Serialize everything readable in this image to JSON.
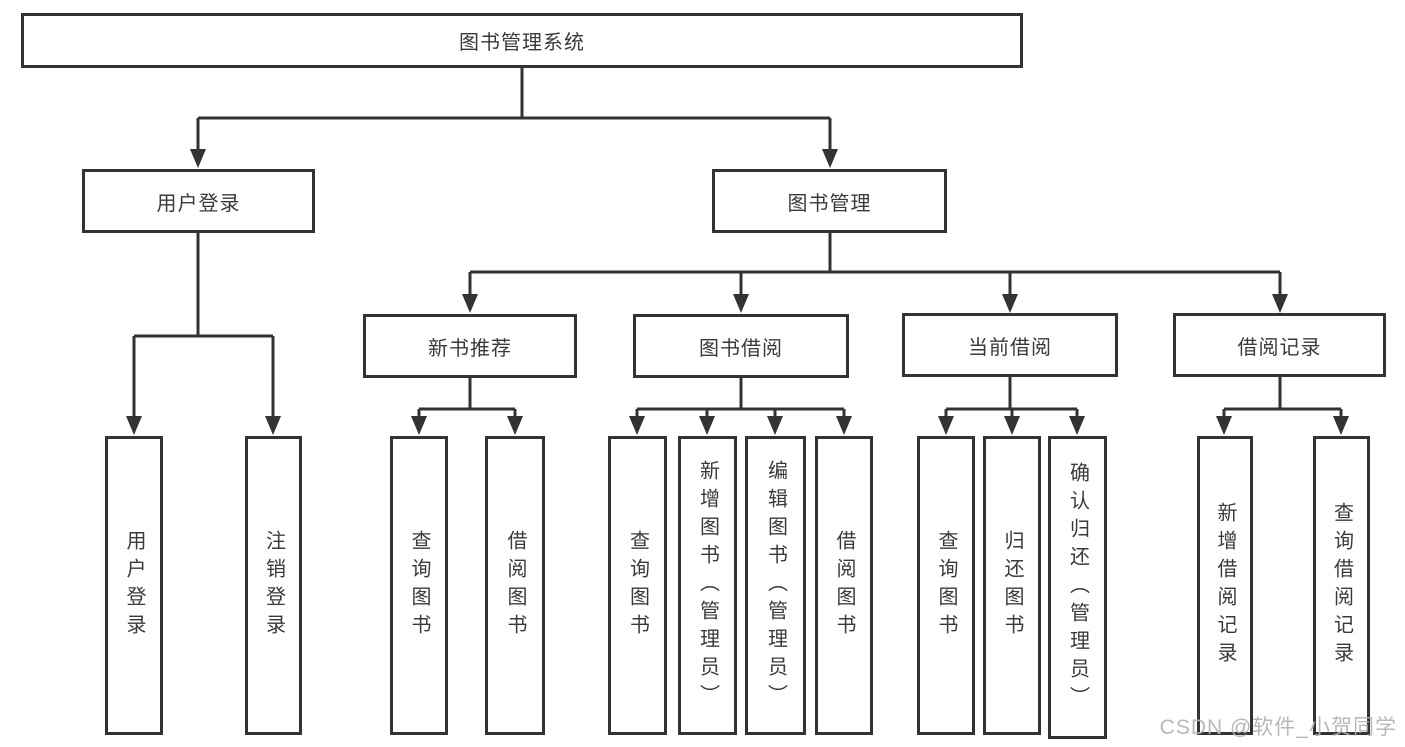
{
  "colors": {
    "line": "#333333",
    "text": "#3a3a3a",
    "box_bg": "#ffffff",
    "watermark": "#b5b5b5",
    "background": "#ffffff"
  },
  "nodes": {
    "root": {
      "label": "图书管理系统"
    },
    "level2": [
      {
        "label": "用户登录"
      },
      {
        "label": "图书管理"
      }
    ],
    "level3": [
      {
        "label": "新书推荐"
      },
      {
        "label": "图书借阅"
      },
      {
        "label": "当前借阅"
      },
      {
        "label": "借阅记录"
      }
    ],
    "leaves": {
      "user_login": [
        {
          "label": "用户登录"
        },
        {
          "label": "注销登录"
        }
      ],
      "new_book": [
        {
          "label": "查询图书"
        },
        {
          "label": "借阅图书"
        }
      ],
      "book_borrow": [
        {
          "label": "查询图书"
        },
        {
          "label": "新增图书（管理员）"
        },
        {
          "label": "编辑图书（管理员）"
        },
        {
          "label": "借阅图书"
        }
      ],
      "current_borrow": [
        {
          "label": "查询图书"
        },
        {
          "label": "归还图书"
        },
        {
          "label": "确认归还（管理员）"
        }
      ],
      "records": [
        {
          "label": "新增借阅记录"
        },
        {
          "label": "查询借阅记录"
        }
      ]
    }
  },
  "watermark": {
    "text": "CSDN @软件_小贺同学"
  }
}
